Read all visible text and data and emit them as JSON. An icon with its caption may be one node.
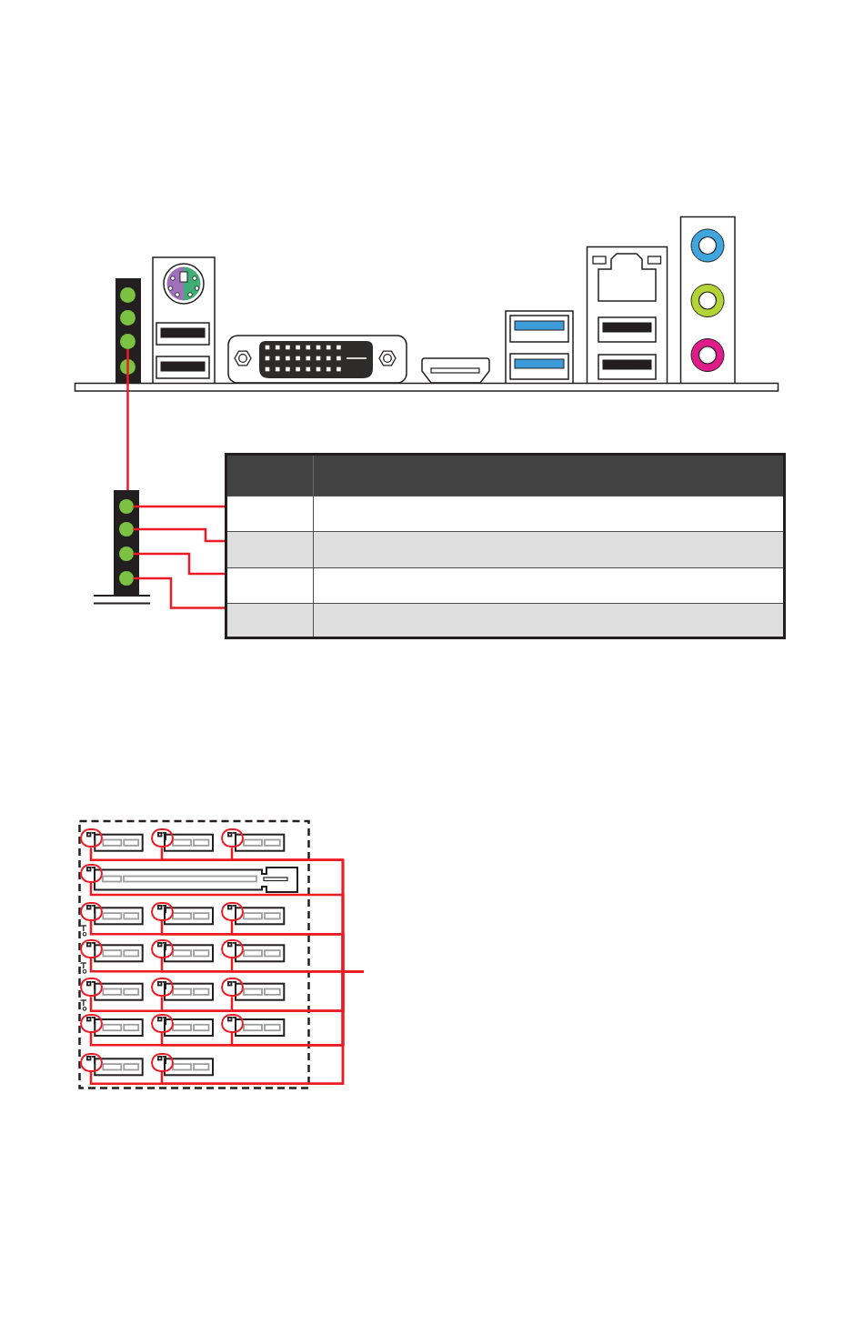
{
  "diagram": {
    "nodes": [
      {
        "text": [],
        "shape": "bar"
      },
      {
        "text": [],
        "shape": "circle",
        "in": 0
      },
      {
        "text": [],
        "shape": "circle",
        "in": 0
      },
      {
        "text": [],
        "shape": "circle",
        "in": 0
      },
      {
        "text": [],
        "shape": "circle",
        "in": 0
      },
      {
        "text": [],
        "shape": "bar"
      },
      {
        "text": [],
        "shape": "circle",
        "in": 5
      },
      {
        "text": [],
        "shape": "circle",
        "in": 5
      },
      {
        "text": [],
        "shape": "circle",
        "in": 5
      },
      {
        "text": [],
        "shape": "circle",
        "in": 5
      },
      {
        "text": [],
        "shape": "box"
      },
      {
        "text": [],
        "shape": "box",
        "in": 10
      },
      {
        "text": [],
        "shape": "box",
        "in": 10
      },
      {
        "text": [],
        "shape": "box",
        "in": 10
      },
      {
        "text": [],
        "shape": "box",
        "in": 10
      },
      {
        "text": [],
        "shape": "box",
        "in": 10
      },
      {
        "text": [],
        "shape": "circle"
      },
      {
        "text": [],
        "shape": "circle"
      },
      {
        "text": [],
        "shape": "circle"
      },
      {
        "text": [],
        "shape": "circle"
      },
      {
        "text": [],
        "shape": "circle"
      },
      {
        "text": [],
        "shape": "circle"
      },
      {
        "text": [],
        "shape": "circle"
      },
      {
        "text": [],
        "shape": "circle"
      },
      {
        "text": [],
        "shape": "circle"
      },
      {
        "text": [],
        "shape": "circle"
      },
      {
        "text": [],
        "shape": "circle"
      },
      {
        "text": [],
        "shape": "circle"
      },
      {
        "text": [],
        "shape": "circle"
      },
      {
        "text": [],
        "shape": "circle"
      },
      {
        "text": [],
        "shape": "circle"
      },
      {
        "text": [],
        "shape": "circle"
      },
      {
        "text": [],
        "shape": "circle"
      },
      {
        "text": [],
        "shape": "circle"
      }
    ],
    "edges": [
      {
        "from": 3,
        "to": 5,
        "arrow": "none"
      },
      {
        "from": 6,
        "to": 12,
        "arrow": "none"
      },
      {
        "from": 7,
        "to": 13,
        "arrow": "none"
      },
      {
        "from": 8,
        "to": 14,
        "arrow": "none"
      },
      {
        "from": 9,
        "to": 15,
        "arrow": "none"
      },
      {
        "from": 16,
        "to": null,
        "arrow": "none"
      },
      {
        "from": 17,
        "to": null,
        "arrow": "none"
      },
      {
        "from": 18,
        "to": null,
        "arrow": "none"
      },
      {
        "from": 19,
        "to": null,
        "arrow": "none"
      },
      {
        "from": 20,
        "to": null,
        "arrow": "none"
      },
      {
        "from": 21,
        "to": null,
        "arrow": "none"
      },
      {
        "from": 22,
        "to": null,
        "arrow": "none"
      },
      {
        "from": 23,
        "to": null,
        "arrow": "none"
      },
      {
        "from": 24,
        "to": null,
        "arrow": "none"
      },
      {
        "from": 25,
        "to": null,
        "arrow": "none"
      },
      {
        "from": 26,
        "to": null,
        "arrow": "none"
      },
      {
        "from": 27,
        "to": null,
        "arrow": "none"
      },
      {
        "from": 28,
        "to": null,
        "arrow": "none"
      },
      {
        "from": 29,
        "to": null,
        "arrow": "none"
      },
      {
        "from": 30,
        "to": null,
        "arrow": "none"
      },
      {
        "from": 31,
        "to": null,
        "arrow": "none"
      },
      {
        "from": 32,
        "to": null,
        "arrow": "none"
      },
      {
        "from": 33,
        "to": null,
        "arrow": "none"
      }
    ]
  }
}
